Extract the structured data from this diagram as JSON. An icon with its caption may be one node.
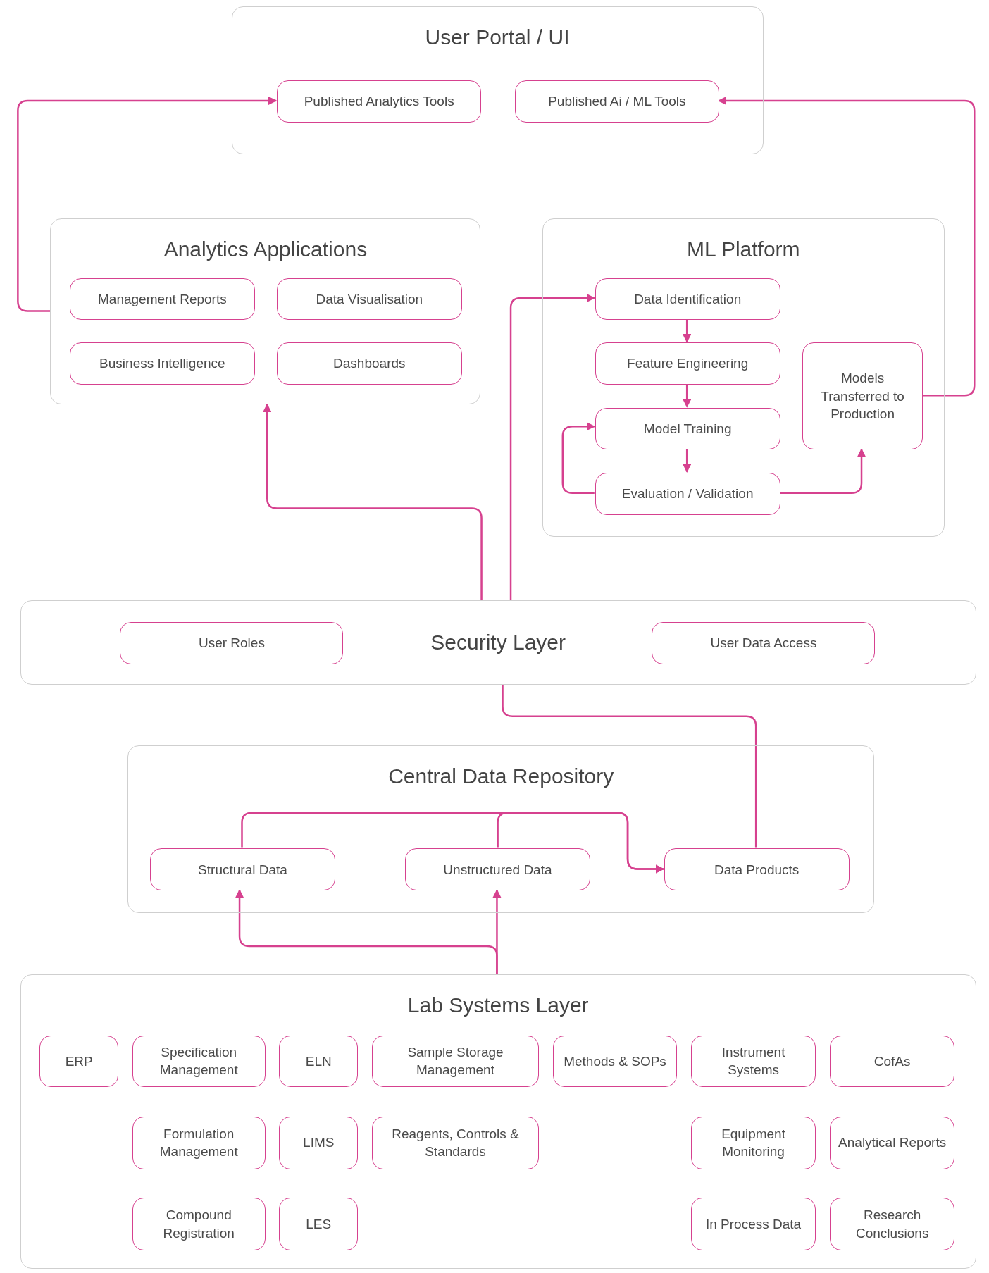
{
  "diagram": {
    "nodes": [
      {
        "text": [
          "User Portal / UI"
        ]
      },
      {
        "text": [
          "Published Analytics Tools"
        ],
        "in": 0
      },
      {
        "text": [
          "Published Ai / ML Tools"
        ],
        "in": 0
      },
      {
        "text": [
          "Analytics Applications"
        ]
      },
      {
        "text": [
          "Management Reports"
        ],
        "in": 3
      },
      {
        "text": [
          "Data Visualisation"
        ],
        "in": 3
      },
      {
        "text": [
          "Business Intelligence"
        ],
        "in": 3
      },
      {
        "text": [
          "Dashboards"
        ],
        "in": 3
      },
      {
        "text": [
          "ML Platform"
        ]
      },
      {
        "text": [
          "Data Identification"
        ],
        "in": 8
      },
      {
        "text": [
          "Feature Engineering"
        ],
        "in": 8
      },
      {
        "text": [
          "Model Training"
        ],
        "in": 8
      },
      {
        "text": [
          "Evaluation / Validation"
        ],
        "in": 8
      },
      {
        "text": [
          "Models Transferred to Production"
        ],
        "in": 8
      },
      {
        "text": [
          "Security Layer"
        ]
      },
      {
        "text": [
          "User Roles"
        ],
        "in": 14
      },
      {
        "text": [
          "User Data Access"
        ],
        "in": 14
      },
      {
        "text": [
          "Central Data Repository"
        ]
      },
      {
        "text": [
          "Structural Data"
        ],
        "in": 17
      },
      {
        "text": [
          "Unstructured Data"
        ],
        "in": 17
      },
      {
        "text": [
          "Data Products"
        ],
        "in": 17
      },
      {
        "text": [
          "Lab Systems Layer"
        ]
      },
      {
        "text": [
          "ERP"
        ],
        "in": 21
      },
      {
        "text": [
          "Specification Management"
        ],
        "in": 21
      },
      {
        "text": [
          "ELN"
        ],
        "in": 21
      },
      {
        "text": [
          "Sample Storage Management"
        ],
        "in": 21
      },
      {
        "text": [
          "Methods & SOPs"
        ],
        "in": 21
      },
      {
        "text": [
          "Instrument Systems"
        ],
        "in": 21
      },
      {
        "text": [
          "CofAs"
        ],
        "in": 21
      },
      {
        "text": [
          "Formulation Management"
        ],
        "in": 21
      },
      {
        "text": [
          "LIMS"
        ],
        "in": 21
      },
      {
        "text": [
          "Reagents, Controls & Standards"
        ],
        "in": 21
      },
      {
        "text": [
          "Equipment Monitoring"
        ],
        "in": 21
      },
      {
        "text": [
          "Analytical Reports"
        ],
        "in": 21
      },
      {
        "text": [
          "Compound Registration"
        ],
        "in": 21
      },
      {
        "text": [
          "LES"
        ],
        "in": 21
      },
      {
        "text": [
          "In Process Data"
        ],
        "in": 21
      },
      {
        "text": [
          "Research Conclusions"
        ],
        "in": 21
      }
    ],
    "edges": [
      {
        "from": 3,
        "to": 1,
        "arrow": "to"
      },
      {
        "from": 13,
        "to": 2,
        "arrow": "to"
      },
      {
        "from": 14,
        "to": 3,
        "arrow": "to"
      },
      {
        "from": 14,
        "to": 9,
        "arrow": "to"
      },
      {
        "from": 9,
        "to": 10,
        "arrow": "to"
      },
      {
        "from": 10,
        "to": 11,
        "arrow": "to"
      },
      {
        "from": 11,
        "to": 12,
        "arrow": "to"
      },
      {
        "from": 12,
        "to": 11,
        "arrow": "to"
      },
      {
        "from": 12,
        "to": 13,
        "arrow": "to"
      },
      {
        "from": 20,
        "to": 14,
        "arrow": "none"
      },
      {
        "from": 18,
        "to": 20,
        "arrow": "to"
      },
      {
        "from": 19,
        "to": 20,
        "arrow": "to"
      },
      {
        "from": 21,
        "to": 18,
        "arrow": "to"
      },
      {
        "from": 21,
        "to": 19,
        "arrow": "to"
      }
    ]
  }
}
